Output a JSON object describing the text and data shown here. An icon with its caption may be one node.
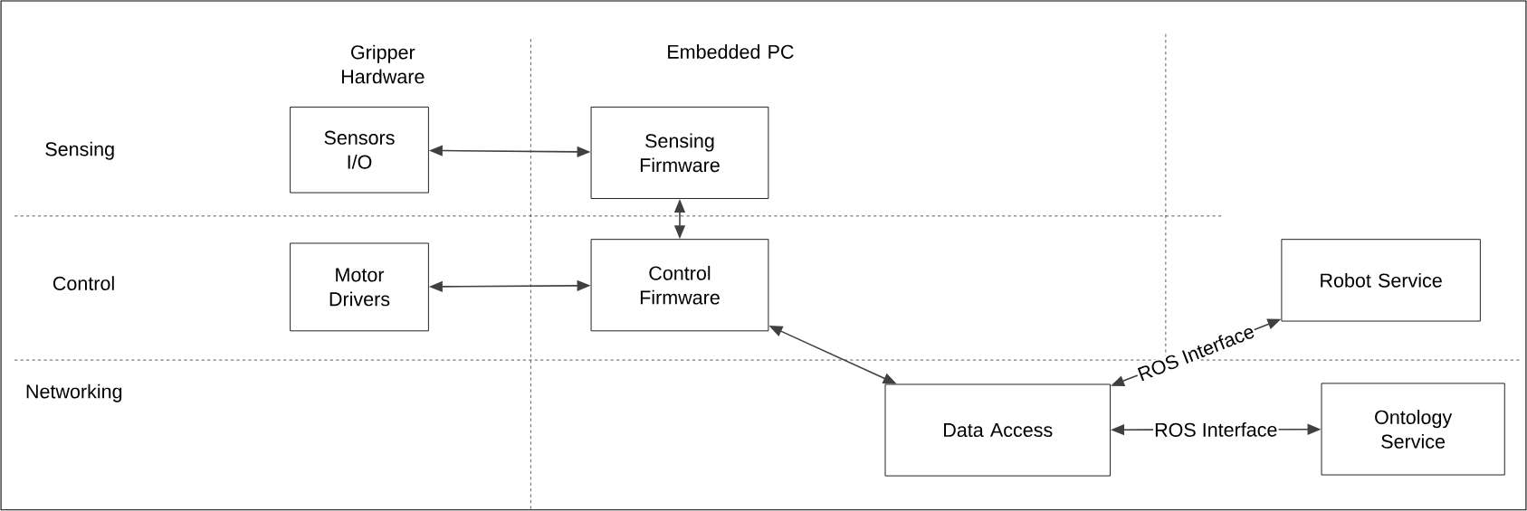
{
  "diagram": {
    "nodes": [
      {
        "text": [
          "Sensors I/O"
        ]
      },
      {
        "text": [
          "Sensing Firmware"
        ]
      },
      {
        "text": [
          "Motor Drivers"
        ]
      },
      {
        "text": [
          "Control Firmware"
        ]
      },
      {
        "text": [
          "Data Access"
        ]
      },
      {
        "text": [
          "Robot Service"
        ]
      },
      {
        "text": [
          "Ontology Service"
        ]
      }
    ],
    "edges": [
      {
        "from": 0,
        "to": 1,
        "arrow": "both"
      },
      {
        "from": 1,
        "to": 3,
        "arrow": "both"
      },
      {
        "from": 2,
        "to": 3,
        "arrow": "both"
      },
      {
        "from": 3,
        "to": 4,
        "arrow": "both"
      },
      {
        "from": 4,
        "to": 5,
        "arrow": "both",
        "label": "ROS Interface"
      },
      {
        "from": 4,
        "to": 6,
        "arrow": "both",
        "label": "ROS Interface"
      }
    ],
    "labels": [
      "Gripper Hardware",
      "Embedded PC",
      "Sensing",
      "Control",
      "Networking"
    ]
  }
}
